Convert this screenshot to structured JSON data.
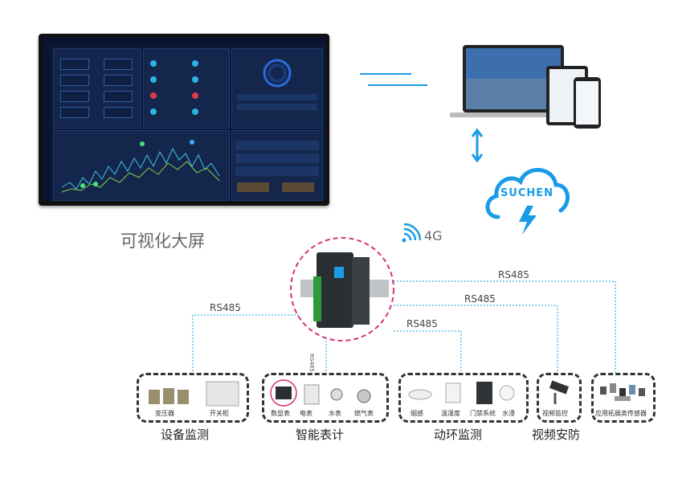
{
  "screen_caption": "可视化大屏",
  "cloud_brand": "SUCHEN",
  "network": "4G",
  "gateway_port": "RS485",
  "links": [
    "RS485",
    "RS485",
    "RS485",
    "RS485"
  ],
  "groups": [
    {
      "title": "设备监测",
      "items": [
        "变压器",
        "开关柜"
      ]
    },
    {
      "title": "智能表计",
      "items": [
        "数显表",
        "电表",
        "水表",
        "燃气表"
      ]
    },
    {
      "title": "动环监测",
      "items": [
        "烟感",
        "温湿度",
        "门禁系统",
        "水浸"
      ]
    },
    {
      "title": "视频安防",
      "items": [
        "视频监控"
      ]
    },
    {
      "title": "",
      "items": [
        "应用拓展类传感器"
      ]
    }
  ],
  "colors": {
    "accent": "#1a9be6",
    "magenta": "#d6336c",
    "green": "#2e9b3b"
  }
}
